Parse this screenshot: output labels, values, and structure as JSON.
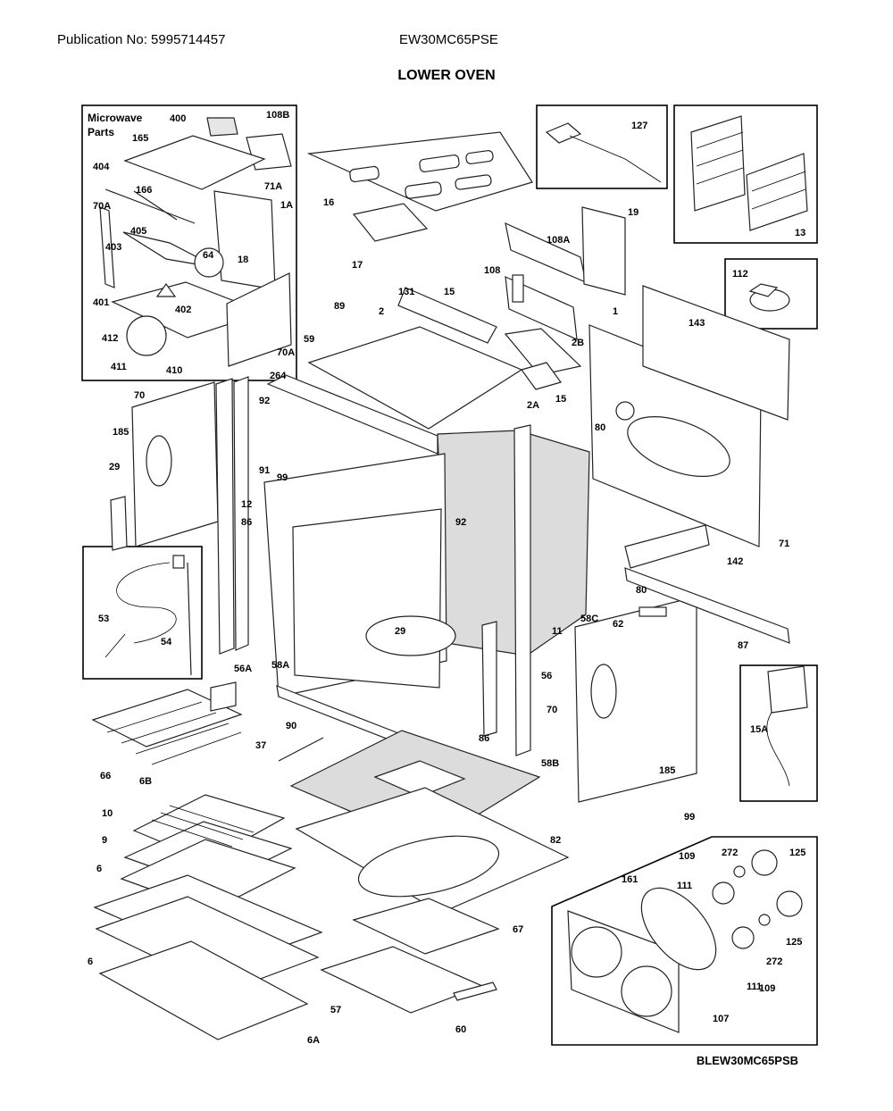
{
  "header": {
    "publication": "Publication No: 5995714457",
    "model": "EW30MC65PSE",
    "title": "LOWER OVEN",
    "diagram_code": "BLEW30MC65PSB"
  },
  "inset": {
    "microwave_title_line1": "Microwave",
    "microwave_title_line2": "Parts"
  },
  "part_labels": [
    "400",
    "108B",
    "165",
    "404",
    "166",
    "71A",
    "1A",
    "70A",
    "405",
    "64",
    "18",
    "403",
    "401",
    "402",
    "412",
    "411",
    "410",
    "70A",
    "16",
    "17",
    "127",
    "13",
    "108A",
    "19",
    "108",
    "15",
    "131",
    "112",
    "89",
    "2",
    "143",
    "1",
    "59",
    "2B",
    "264",
    "2A",
    "15",
    "92",
    "80",
    "70",
    "185",
    "91",
    "29",
    "99",
    "12",
    "92",
    "86",
    "71",
    "142",
    "80",
    "53",
    "54",
    "29",
    "58C",
    "62",
    "56A",
    "11",
    "58A",
    "87",
    "56",
    "70",
    "90",
    "86",
    "37",
    "66",
    "58B",
    "185",
    "15A",
    "6B",
    "10",
    "99",
    "82",
    "9",
    "109",
    "272",
    "125",
    "6",
    "161",
    "111",
    "67",
    "125",
    "6",
    "272",
    "57",
    "60",
    "111",
    "109",
    "107",
    "6A"
  ]
}
